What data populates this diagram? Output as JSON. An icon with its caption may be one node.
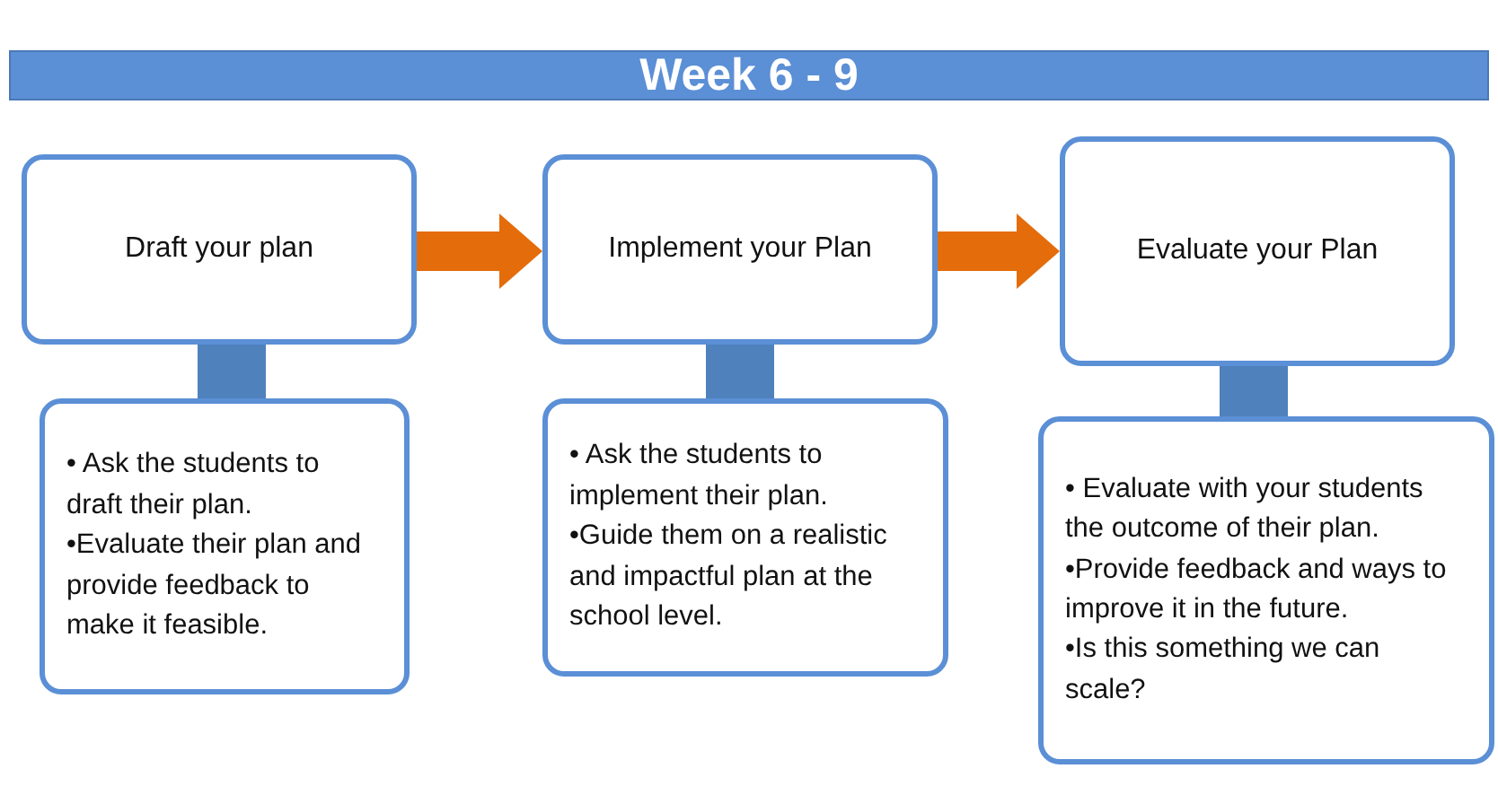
{
  "diagram": {
    "nodes": [
      {
        "text": [
          "Week 6 - 9"
        ]
      },
      {
        "text": [
          "Draft your plan"
        ]
      },
      {
        "text": [
          "• Ask the students to draft their plan.",
          "•Evaluate their plan and provide feedback to make it feasible."
        ]
      },
      {
        "text": [
          "Implement your Plan"
        ]
      },
      {
        "text": [
          "• Ask the students to implement their plan.",
          "•Guide them on a realistic and impactful plan at the school level."
        ]
      },
      {
        "text": [
          "Evaluate your Plan"
        ]
      },
      {
        "text": [
          "• Evaluate with your students the outcome of their plan.",
          "•Provide feedback and ways to improve it in the future.",
          "•Is this something we can scale?"
        ]
      }
    ],
    "edges": [
      {
        "from": 1,
        "to": 2,
        "arrow": "none"
      },
      {
        "from": 1,
        "to": 3,
        "arrow": "to",
        "color": "#e46c0a"
      },
      {
        "from": 3,
        "to": 4,
        "arrow": "none"
      },
      {
        "from": 3,
        "to": 5,
        "arrow": "to",
        "color": "#e46c0a"
      },
      {
        "from": 5,
        "to": 6,
        "arrow": "none"
      }
    ]
  }
}
